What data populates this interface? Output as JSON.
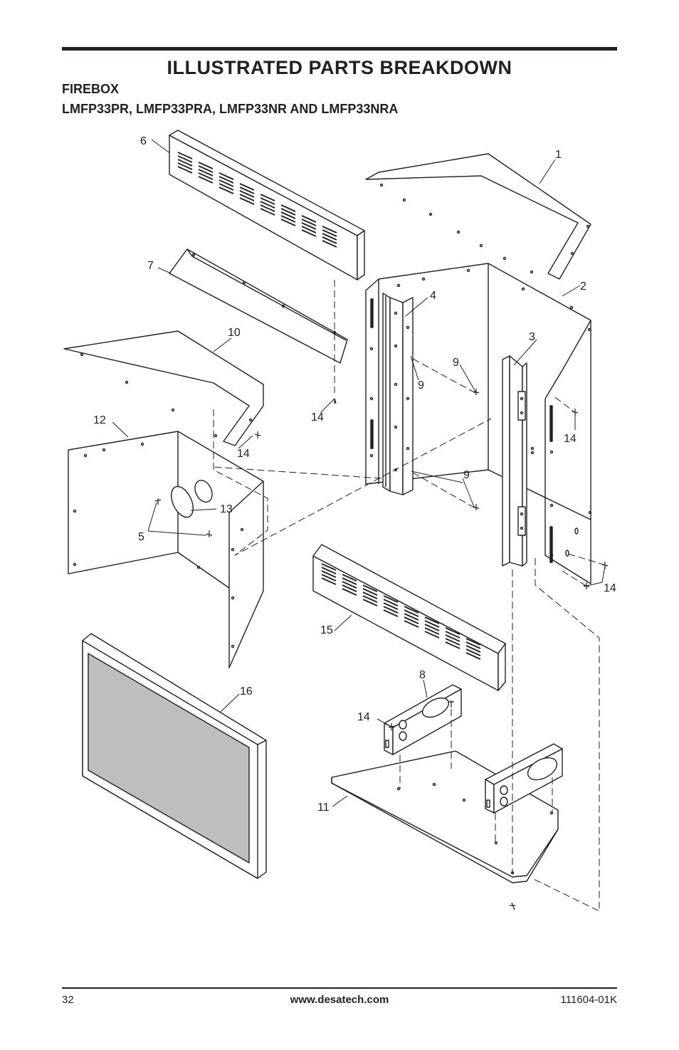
{
  "header": {
    "title": "ILLUSTRATED PARTS BREAKDOWN",
    "section": "FIREBOX",
    "models": "LMFP33PR, LMFP33PRA, LMFP33NR AND LMFP33NRA"
  },
  "diagram": {
    "callouts": {
      "c1": "1",
      "c2": "2",
      "c3": "3",
      "c4": "4",
      "c5": "5",
      "c6": "6",
      "c7": "7",
      "c8": "8",
      "c9a": "9",
      "c9b": "9",
      "c9c": "9",
      "c10": "10",
      "c11": "11",
      "c12": "12",
      "c13": "13",
      "c14a": "14",
      "c14b": "14",
      "c14c": "14",
      "c14d": "14",
      "c14e": "14",
      "c15": "15",
      "c16": "16"
    }
  },
  "footer": {
    "page_number": "32",
    "website": "www.desatech.com",
    "doc_number": "111604-01K"
  },
  "colors": {
    "ink": "#231f20",
    "glass": "#bcbec0"
  }
}
